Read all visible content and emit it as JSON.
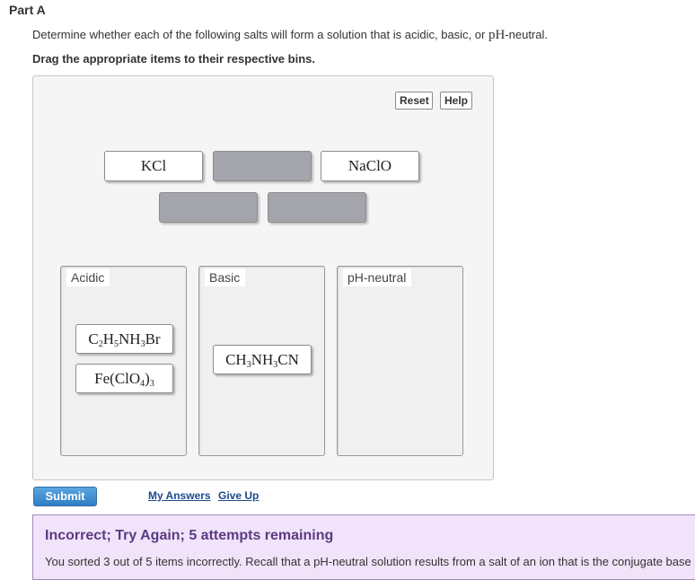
{
  "part_title": "Part A",
  "instructions": {
    "before": "Determine whether each of the following salts will form a solution that is acidic, basic, or ",
    "ph": "pH",
    "after": "-neutral."
  },
  "drag_instruction": "Drag the appropriate items to their respective bins.",
  "toolbar": {
    "reset_label": "Reset",
    "help_label": "Help"
  },
  "pool": {
    "tiles": [
      {
        "parts": [
          {
            "t": "KCl"
          }
        ]
      },
      {
        "empty": true
      },
      {
        "parts": [
          {
            "t": "NaClO"
          }
        ]
      },
      {
        "empty": true
      },
      {
        "empty": true
      }
    ]
  },
  "bins": [
    {
      "label": "Acidic",
      "items": [
        {
          "parts": [
            {
              "t": "C"
            },
            {
              "sub": "2"
            },
            {
              "t": "H"
            },
            {
              "sub": "5"
            },
            {
              "t": "NH"
            },
            {
              "sub": "3"
            },
            {
              "t": "Br"
            }
          ]
        },
        {
          "parts": [
            {
              "t": "Fe(ClO"
            },
            {
              "sub": "4"
            },
            {
              "t": ")"
            },
            {
              "sub": "3"
            }
          ]
        }
      ]
    },
    {
      "label": "Basic",
      "items": [
        {
          "parts": [
            {
              "t": "CH"
            },
            {
              "sub": "3"
            },
            {
              "t": "NH"
            },
            {
              "sub": "3"
            },
            {
              "t": "CN"
            }
          ]
        }
      ]
    },
    {
      "label": "pH-neutral",
      "items": []
    }
  ],
  "actions": {
    "submit_label": "Submit",
    "my_answers_label": "My Answers",
    "give_up_label": "Give Up"
  },
  "feedback": {
    "title": "Incorrect; Try Again; 5 attempts remaining",
    "message": "You sorted 3 out of 5 items incorrectly. Recall that a pH-neutral solution results from a salt of an ion that is the conjugate base"
  },
  "colors": {
    "submit": "#3a88cc",
    "feedback_bg": "#f1e3f9",
    "feedback_title": "#5b3a83",
    "link": "#1c4a8a",
    "empty_slot": "#a4a4ac"
  }
}
